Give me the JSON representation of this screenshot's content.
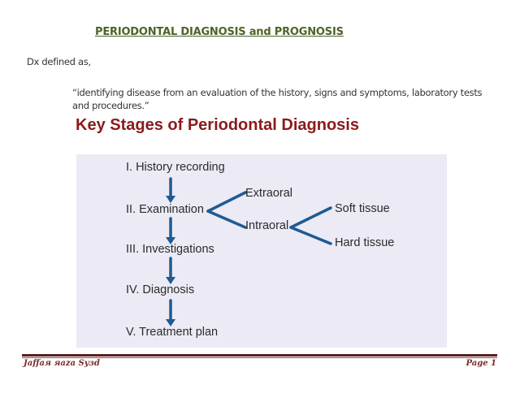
{
  "document": {
    "title": "PERIODONTAL DIAGNOSIS and PROGNOSIS",
    "intro": "Dx defined as,",
    "quote": "“identifying disease from an evaluation of the history, signs and symptoms, laboratory tests and procedures.”"
  },
  "figure": {
    "title": "Key Stages of Periodontal Diagnosis",
    "stages": [
      "I. History recording",
      "II. Examination",
      "III. Investigations",
      "IV. Diagnosis",
      "V. Treatment plan"
    ],
    "examination_branches": [
      "Extraoral",
      "Intraoral"
    ],
    "intraoral_branches": [
      "Soft tissue",
      "Hard tissue"
    ],
    "arrow_color": "#1f5a92",
    "background_color": "#ebeaf5"
  },
  "footer": {
    "author": "Jaffaя яaza Syзd",
    "page": "Page 1",
    "accent_color": "#5a1e1e"
  }
}
